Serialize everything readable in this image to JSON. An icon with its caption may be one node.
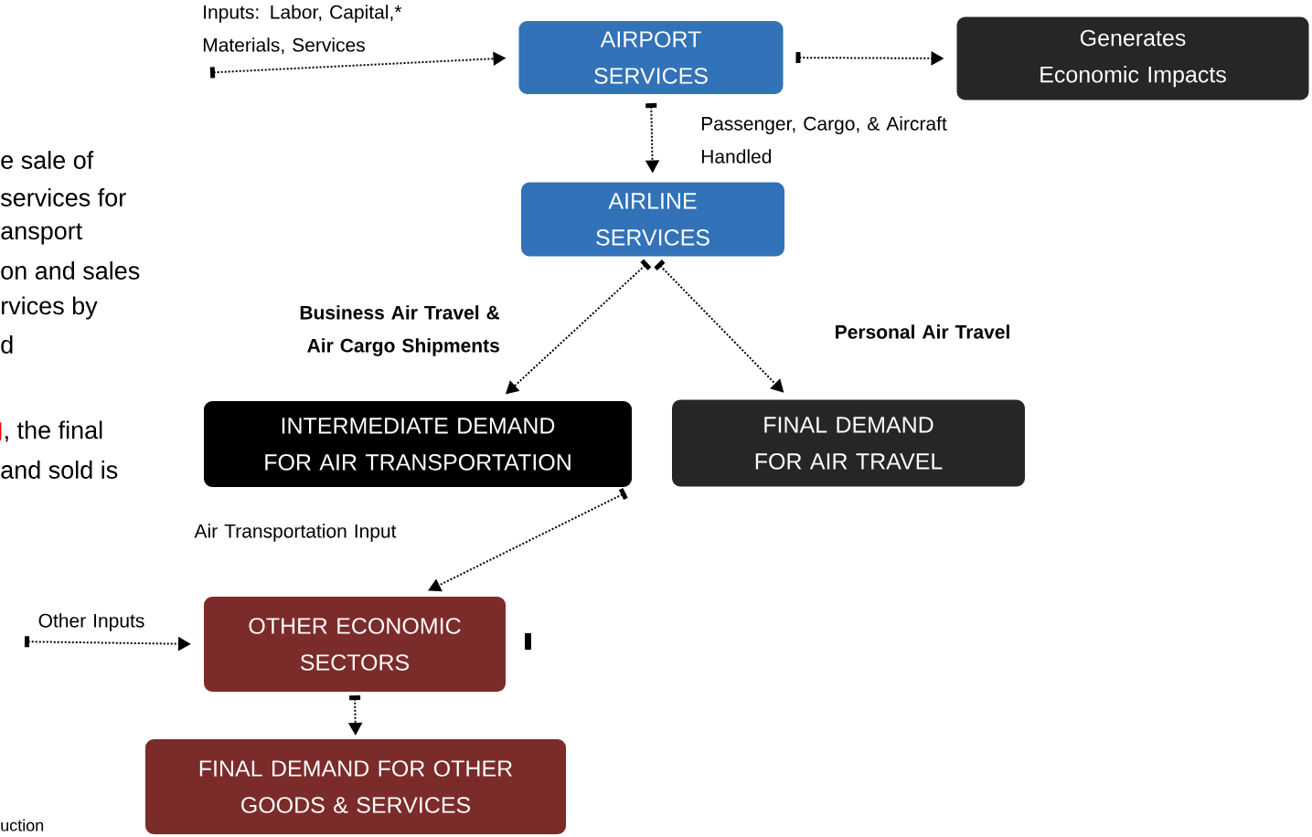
{
  "diagram": {
    "nodes": [
      {
        "text": [
          "AIRPORT SERVICES"
        ]
      },
      {
        "text": [
          "Generates Economic Impacts"
        ]
      },
      {
        "text": [
          "AIRLINE SERVICES"
        ]
      },
      {
        "text": [
          "INTERMEDIATE DEMAND FOR AIR TRANSPORTATION"
        ]
      },
      {
        "text": [
          "FINAL DEMAND FOR AIR TRAVEL"
        ]
      },
      {
        "text": [
          "OTHER ECONOMIC SECTORS"
        ]
      },
      {
        "text": [
          "FINAL DEMAND FOR OTHER GOODS & SERVICES"
        ]
      }
    ],
    "edges": [
      {
        "from": null,
        "to": 0,
        "arrow": "to",
        "style": "dashed",
        "label": "Inputs: Labor, Capital,* Materials, Services"
      },
      {
        "from": 0,
        "to": 1,
        "arrow": "to",
        "style": "dashed"
      },
      {
        "from": 0,
        "to": 2,
        "arrow": "to",
        "style": "dashed",
        "label": "Passenger, Cargo, & Aircraft Handled"
      },
      {
        "from": 2,
        "to": 3,
        "arrow": "to",
        "style": "dashed",
        "label": "Business Air Travel & Air Cargo Shipments"
      },
      {
        "from": 2,
        "to": 4,
        "arrow": "to",
        "style": "dashed",
        "label": "Personal Air Travel"
      },
      {
        "from": 3,
        "to": 5,
        "arrow": "to",
        "style": "dashed",
        "label": "Air Transportation Input"
      },
      {
        "from": null,
        "to": 5,
        "arrow": "to",
        "style": "dashed",
        "label": "Other Inputs"
      },
      {
        "from": 5,
        "to": 6,
        "arrow": "to",
        "style": "dashed"
      }
    ],
    "labels": [
      "e sale of",
      "services for",
      "ansport",
      "on and sales",
      "rvices by",
      "d",
      "l",
      ", the final",
      "and sold is",
      "uction"
    ]
  }
}
